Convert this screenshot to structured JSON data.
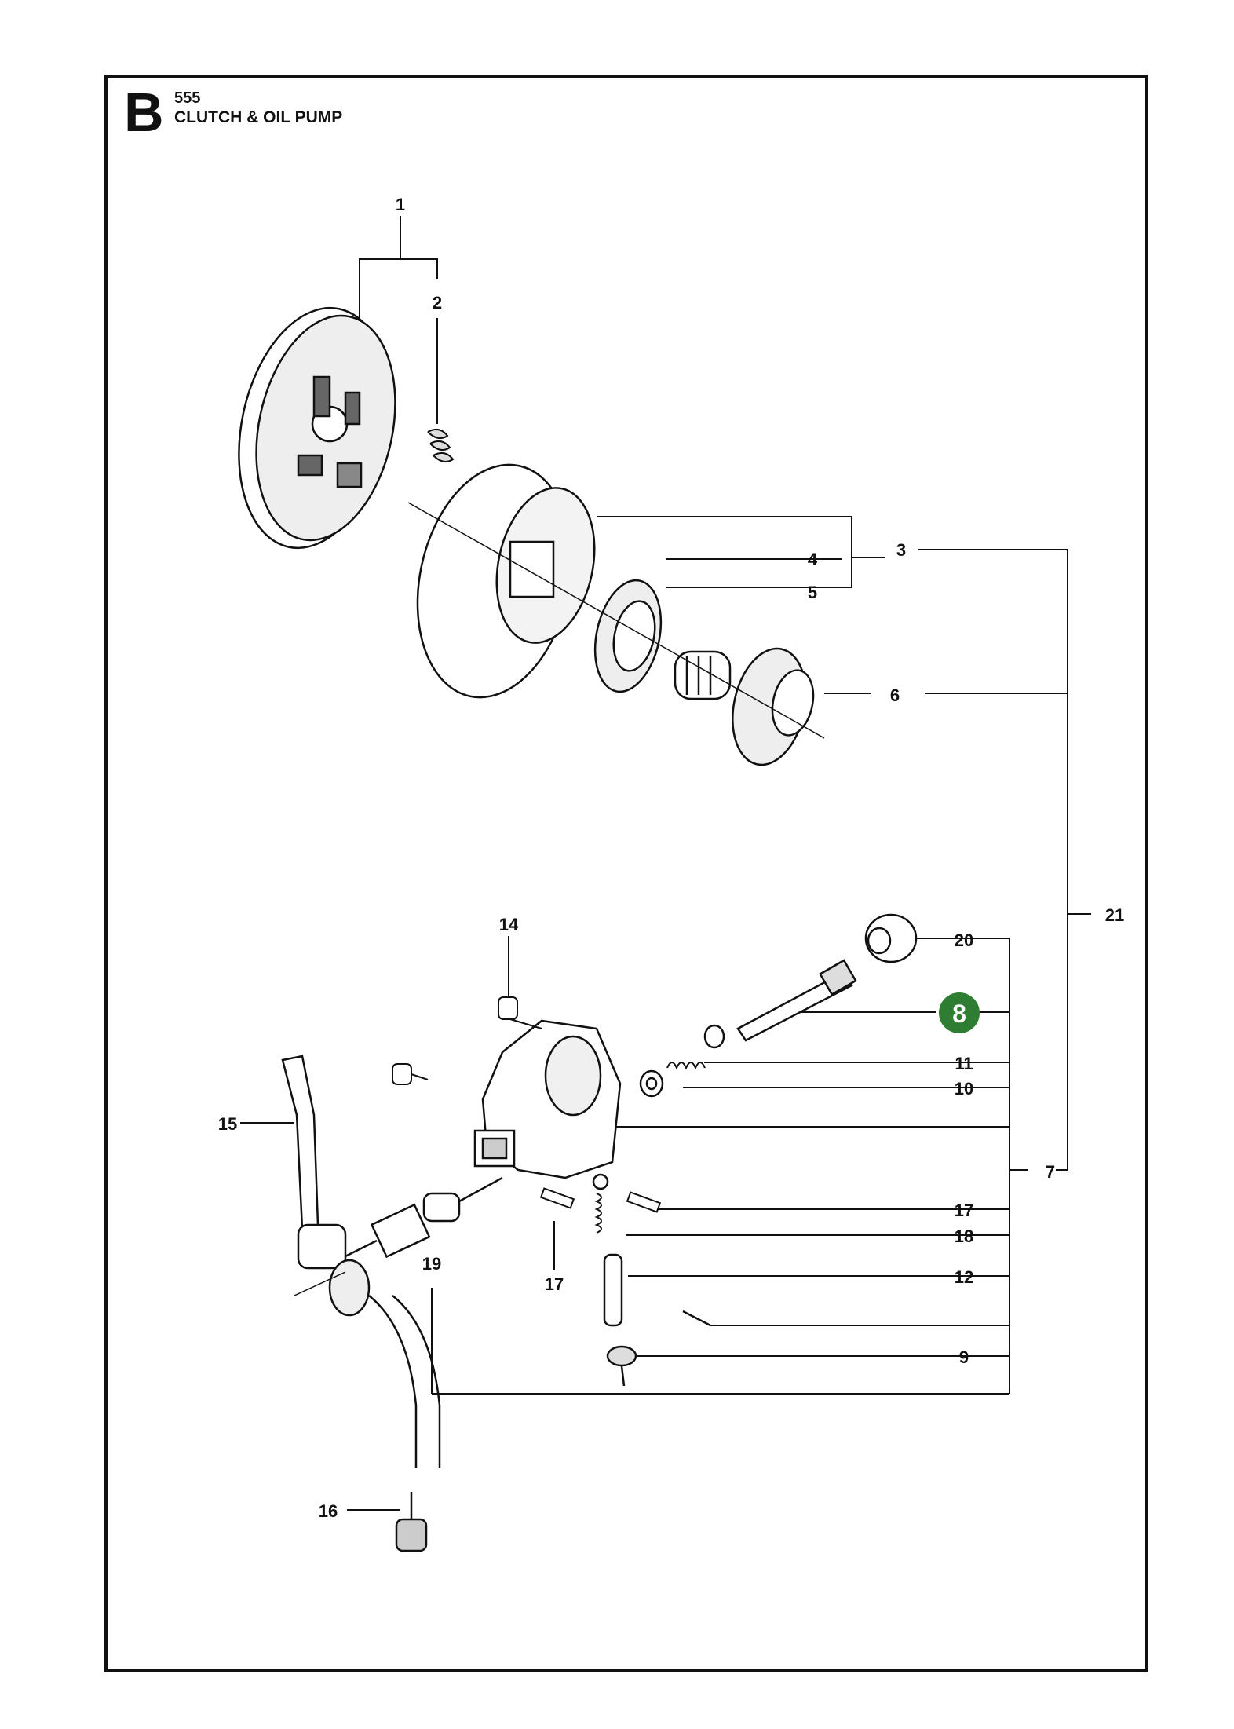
{
  "header": {
    "section_letter": "B",
    "model": "555",
    "title": "CLUTCH & OIL PUMP"
  },
  "colors": {
    "highlight": "#2e7d32",
    "line": "#111111"
  },
  "callouts": {
    "c1": "1",
    "c2": "2",
    "c3": "3",
    "c4": "4",
    "c5": "5",
    "c6": "6",
    "c7": "7",
    "c8": "8",
    "c9": "9",
    "c10": "10",
    "c11": "11",
    "c12": "12",
    "c14": "14",
    "c15": "15",
    "c16": "16",
    "c17a": "17",
    "c17b": "17",
    "c18": "18",
    "c19": "19",
    "c20": "20",
    "c21": "21"
  },
  "highlighted_callout": "8"
}
